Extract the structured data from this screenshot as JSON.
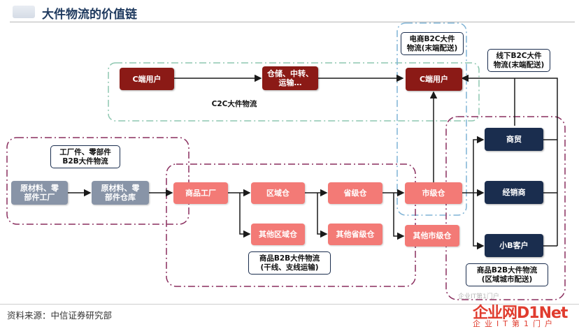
{
  "title": "大件物流的价值链",
  "source": "资料来源：中信证券研究部",
  "nodes": {
    "c_user_left": "C端用户",
    "storage": "仓储、中转、\n运输…",
    "c_user_right": "C端用户",
    "raw_factory": "原材料、零\n部件工厂",
    "raw_warehouse": "原材料、零\n部件仓库",
    "product_factory": "商品工厂",
    "regional_wh": "区域仓",
    "provincial_wh": "省级仓",
    "city_wh": "市级仓",
    "other_regional_wh": "其他区域仓",
    "other_provincial_wh": "其他省级仓",
    "other_city_wh": "其他市级仓",
    "trade": "商贸",
    "distributor": "经销商",
    "small_b": "小B客户"
  },
  "labels": {
    "c2c": "C2C大件物流",
    "ecommerce": "电商B2C大件\n物流(末端配送)",
    "offline": "线下B2C大件\n物流(末端配送)",
    "b2b_parts": "工厂件、零部件\nB2B大件物流",
    "b2b_trunk": "商品B2B大件物流\n(干线、支线运输)",
    "b2b_city": "商品B2B大件物流\n(区域城市配送)"
  },
  "watermark": {
    "brand": "企业网D1Net",
    "sub": "企业IT第1门户",
    "faint": "企业IT第1门户"
  },
  "colors": {
    "dark_red": "#8b1a16",
    "pink": "#f37a76",
    "navy": "#1a2d4e",
    "grey": "#8894a7",
    "teal_dash": "#8ec7b0",
    "purple_dash": "#8a2f5f",
    "blue_dash": "#7fb3d5",
    "watermark": "#e03c2e"
  }
}
